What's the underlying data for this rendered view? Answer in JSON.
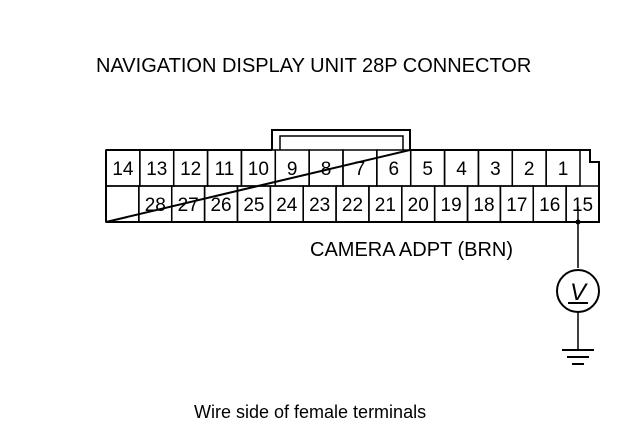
{
  "title": "NAVIGATION DISPLAY UNIT 28P CONNECTOR",
  "connector": {
    "top_row": [
      "14",
      "13",
      "12",
      "11",
      "10",
      "9",
      "8",
      "7",
      "6",
      "5",
      "4",
      "3",
      "2",
      "1"
    ],
    "bottom_row": [
      "",
      "28",
      "27",
      "26",
      "25",
      "24",
      "23",
      "22",
      "21",
      "20",
      "19",
      "18",
      "17",
      "16",
      "15"
    ]
  },
  "wire_label": "CAMERA ADPT (BRN)",
  "meter_symbol": "V",
  "caption": "Wire side of female terminals"
}
